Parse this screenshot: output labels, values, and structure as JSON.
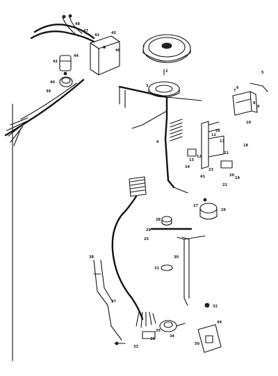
{
  "callouts": [
    "1",
    "2",
    "3",
    "4",
    "5",
    "6",
    "7",
    "8",
    "9",
    "10",
    "11",
    "12",
    "13",
    "14",
    "16",
    "17",
    "18",
    "19",
    "20",
    "21",
    "22",
    "23",
    "25",
    "26",
    "27",
    "28",
    "29",
    "30",
    "31",
    "32",
    "33",
    "34",
    "35",
    "36",
    "37",
    "38",
    "39",
    "40",
    "41",
    "42",
    "43",
    "44",
    "45",
    "46",
    "47",
    "48",
    "49",
    "50"
  ]
}
